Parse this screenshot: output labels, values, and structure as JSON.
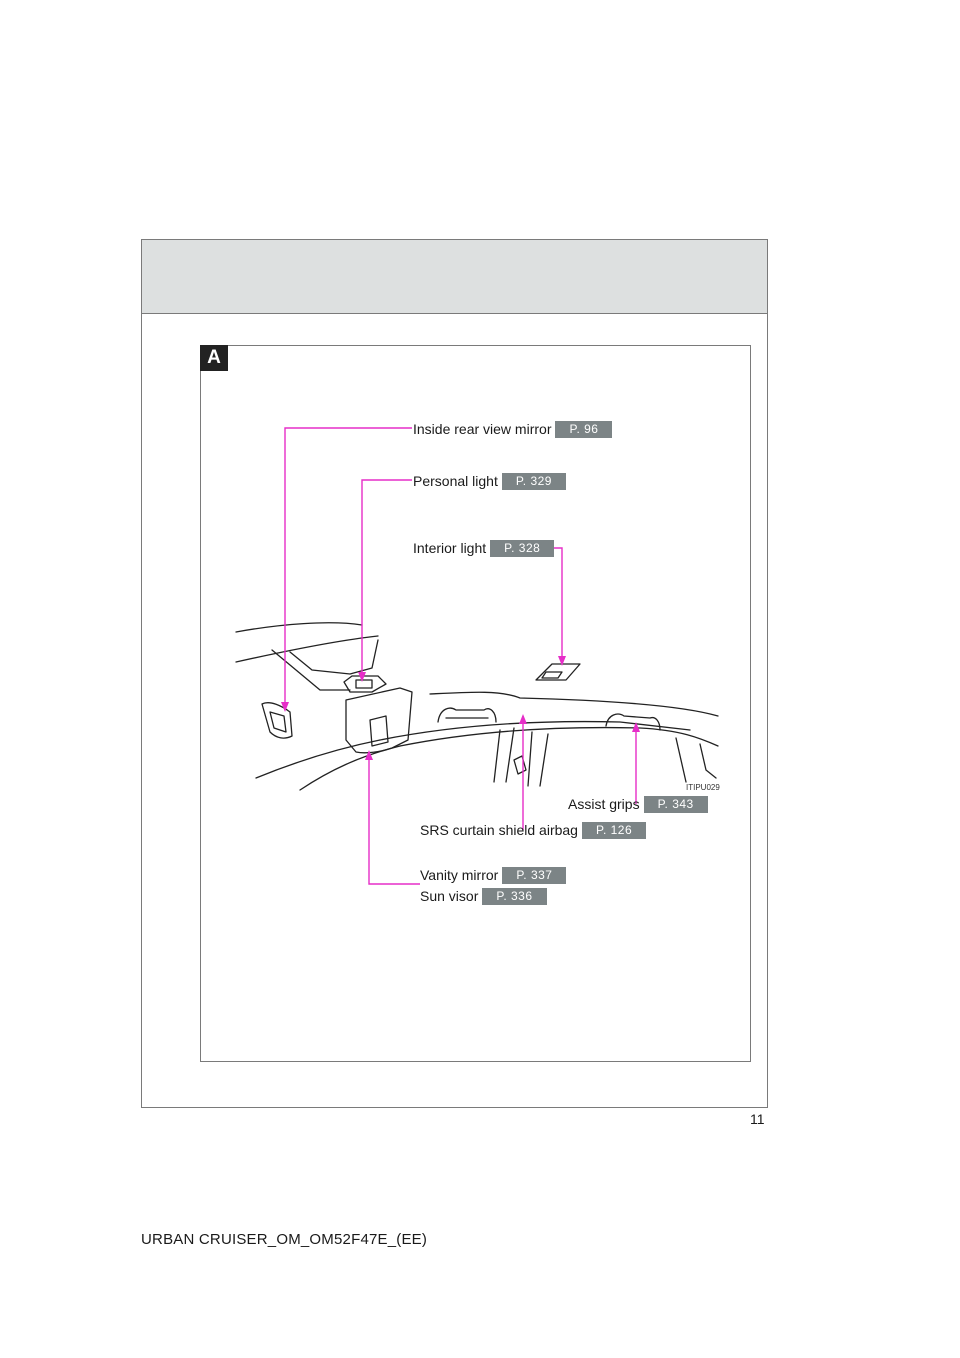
{
  "section_tab": "A",
  "callouts": [
    {
      "label": "Inside rear view mirror",
      "page": "P. 96"
    },
    {
      "label": "Personal light",
      "page": "P. 329"
    },
    {
      "label": "Interior light",
      "page": "P. 328"
    },
    {
      "label": "Assist grips",
      "page": "P. 343"
    },
    {
      "label": "SRS curtain shield airbag",
      "page": "P. 126"
    },
    {
      "label": "Vanity mirror",
      "page": "P. 337"
    },
    {
      "label": "Sun visor",
      "page": "P. 336"
    }
  ],
  "figure_code": "ITIPU029",
  "page_number": "11",
  "footer": "URBAN CRUISER_OM_OM52F47E_(EE)",
  "colors": {
    "leader_line": "#e62ec8",
    "header_band": "#dde0e0",
    "page_ref_badge": "#7c8486"
  }
}
